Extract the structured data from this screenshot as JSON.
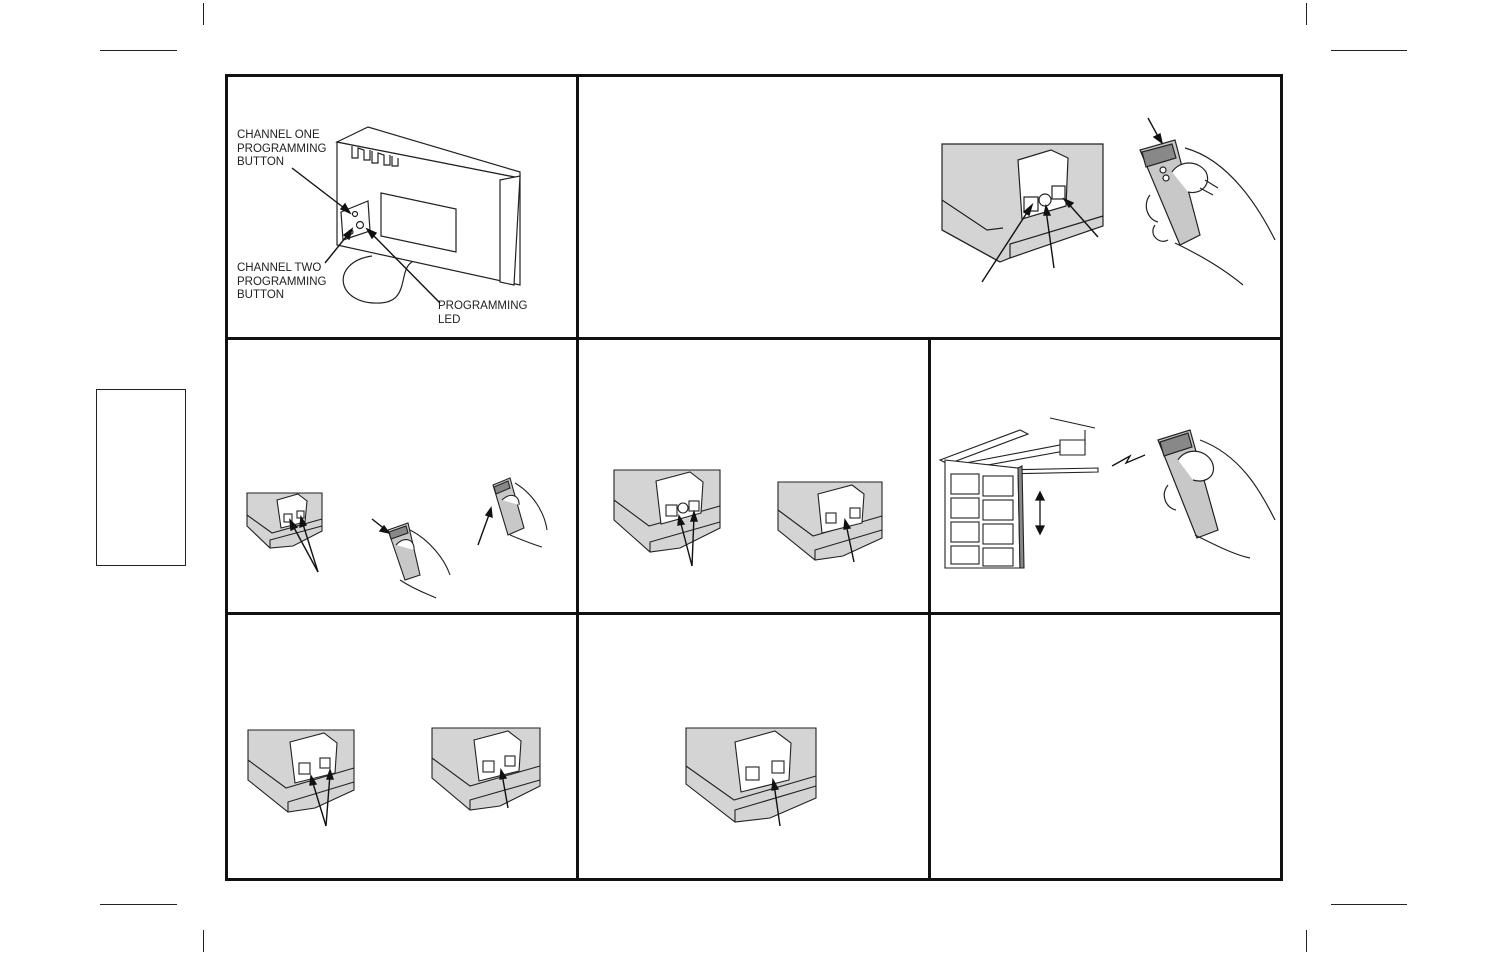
{
  "panel1": {
    "label_channel_one": "CHANNEL ONE\nPROGRAMMING\nBUTTON",
    "label_channel_two": "CHANNEL TWO\nPROGRAMMING\nBUTTON",
    "label_led": "PROGRAMMING\nLED"
  },
  "icons": {
    "receiver": "receiver-box-icon",
    "remote": "remote-transmitter-icon",
    "garage_door": "garage-door-icon",
    "pointer": "arrow-pointer-icon"
  },
  "colors": {
    "line": "#111111",
    "shade": "#d4d4d4",
    "skin": "#ffffff"
  }
}
